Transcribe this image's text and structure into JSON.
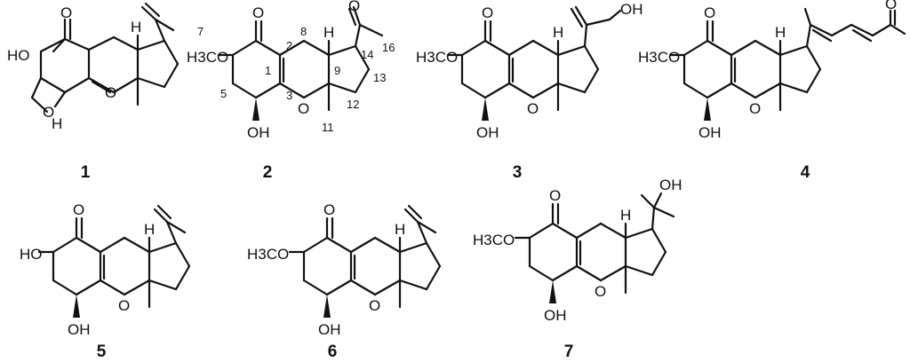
{
  "figure": {
    "compounds": [
      {
        "id": "1",
        "labels": {
          "oxo": "O",
          "hydroxy": "HO",
          "ring_oxygen": "O",
          "bridge_oxygen": "O",
          "h_top": "H",
          "h_bottom": "H"
        }
      },
      {
        "id": "2",
        "labels": {
          "oxo": "O",
          "methoxy": "H3CO",
          "hydroxy": "OH",
          "ring_oxygen": "O",
          "h_top": "H",
          "acetyl_oxo": "O"
        },
        "numbering": [
          "1",
          "2",
          "3",
          "5",
          "7",
          "8",
          "9",
          "11",
          "12",
          "13",
          "14",
          "16"
        ]
      },
      {
        "id": "3",
        "labels": {
          "oxo": "O",
          "methoxy": "H3CO",
          "hydroxy": "OH",
          "ring_oxygen": "O",
          "h_top": "H",
          "side_hydroxy": "OH"
        }
      },
      {
        "id": "4",
        "labels": {
          "oxo": "O",
          "methoxy": "H3CO",
          "hydroxy": "OH",
          "ring_oxygen": "O",
          "h_top": "H",
          "side_oxo": "O"
        }
      },
      {
        "id": "5",
        "labels": {
          "oxo": "O",
          "hydroxy_top": "HO",
          "hydroxy": "OH",
          "ring_oxygen": "O",
          "h_top": "H"
        }
      },
      {
        "id": "6",
        "labels": {
          "oxo": "O",
          "methoxy": "H3CO",
          "hydroxy": "OH",
          "ring_oxygen": "O",
          "h_top": "H"
        }
      },
      {
        "id": "7",
        "labels": {
          "oxo": "O",
          "methoxy": "H3CO",
          "hydroxy": "OH",
          "ring_oxygen": "O",
          "h_top": "H",
          "side_hydroxy": "OH"
        }
      }
    ]
  }
}
